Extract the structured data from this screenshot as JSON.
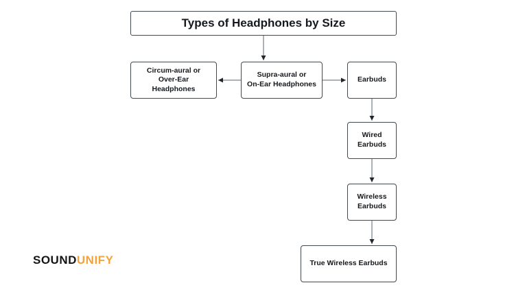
{
  "page": {
    "background_color": "#ffffff"
  },
  "diagram": {
    "title": "Types of Headphones by Size",
    "nodes": [
      {
        "id": "circum-aural",
        "label": "Circum-aural or\nOver-Ear\nHeadphones"
      },
      {
        "id": "supra-aural",
        "label": "Supra-aural or\nOn-Ear Headphones"
      },
      {
        "id": "earbuds",
        "label": "Earbuds"
      },
      {
        "id": "wired-earbuds",
        "label": "Wired\nEarbuds"
      },
      {
        "id": "wireless-earbuds",
        "label": "Wireless\nEarbuds"
      },
      {
        "id": "true-wireless-earbuds",
        "label": "True Wireless Earbuds"
      }
    ],
    "edges": [
      {
        "from": "title",
        "to": "supra-aural",
        "direction": "down"
      },
      {
        "from": "supra-aural",
        "to": "circum-aural",
        "direction": "left"
      },
      {
        "from": "supra-aural",
        "to": "earbuds",
        "direction": "right"
      },
      {
        "from": "earbuds",
        "to": "wired-earbuds",
        "direction": "down"
      },
      {
        "from": "wired-earbuds",
        "to": "wireless-earbuds",
        "direction": "down"
      },
      {
        "from": "wireless-earbuds",
        "to": "true-wireless-earbuds",
        "direction": "down"
      }
    ],
    "node_border_color": "#40474d",
    "connector_line_color": "#5a636b",
    "arrowhead_color": "#20262b"
  },
  "logo": {
    "part1": "SOUND",
    "part2": "UNIFY",
    "part1_color": "#141414",
    "part2_color": "#F2A33C"
  }
}
